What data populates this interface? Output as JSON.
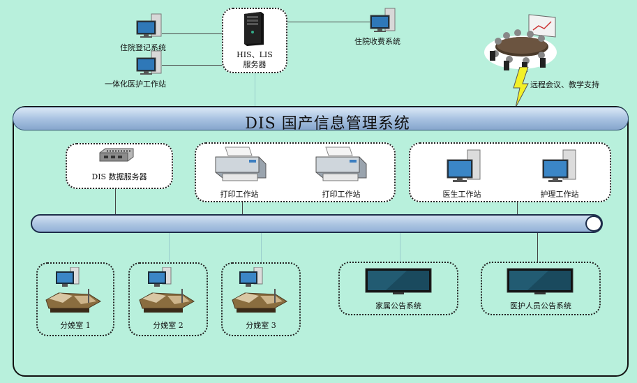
{
  "top": {
    "server_label_line1": "HIS、LIS",
    "server_label_line2": "服务器",
    "registration_label": "住院登记系统",
    "integrated_label": "一体化医护工作站",
    "billing_label": "住院收费系统",
    "meeting_label": "远程会议、教学支持"
  },
  "panel": {
    "title": "DIS   国产信息管理系统"
  },
  "nodes": {
    "dis_server_label": "DIS 数据服务器",
    "print_station_1": "打印工作站",
    "print_station_2": "打印工作站",
    "doctor_station": "医生工作站",
    "nurse_station": "护理工作站"
  },
  "rooms": [
    {
      "label": "分娩室 1"
    },
    {
      "label": "分娩室 2"
    },
    {
      "label": "分娩室 3"
    }
  ],
  "displays": {
    "family_board": "家属公告系统",
    "staff_board": "医护人员公告系统"
  },
  "colors": {
    "background": "#b8f0dc",
    "bus_fill": "#a8c2e0",
    "lightning": "#f2f028"
  }
}
